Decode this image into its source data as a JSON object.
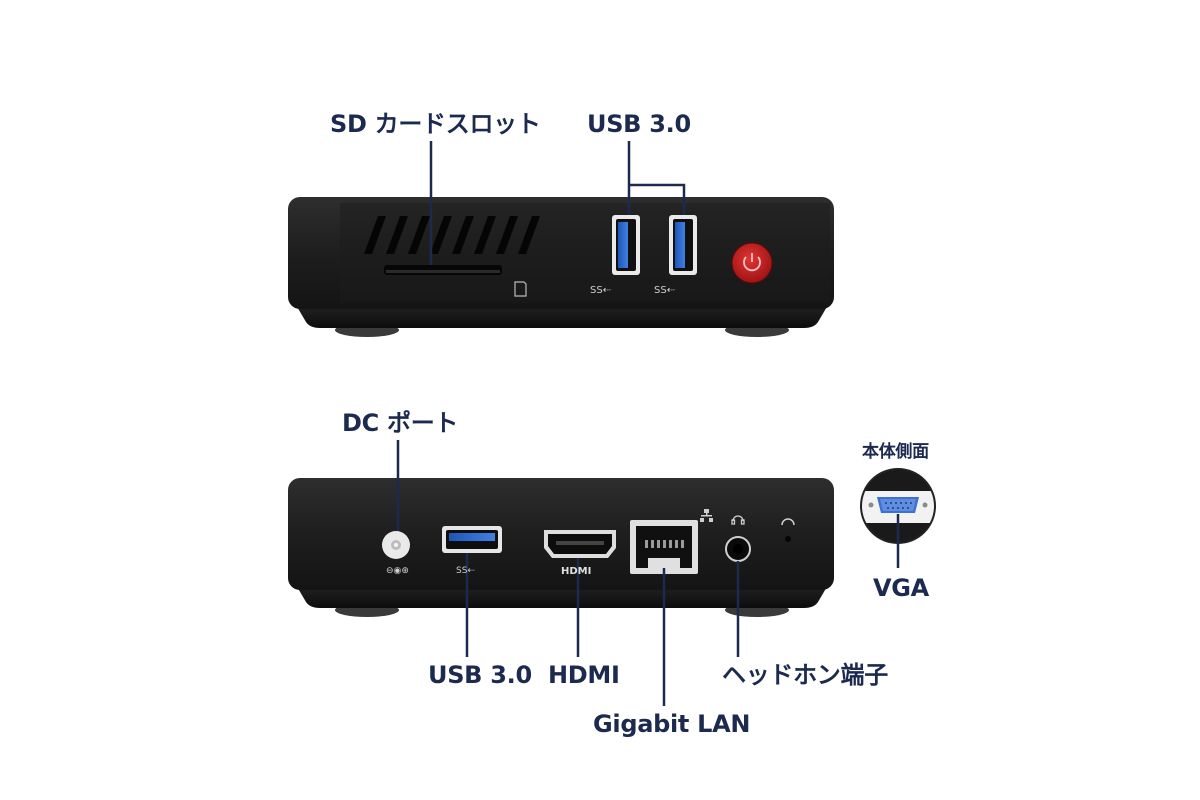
{
  "colors": {
    "label": "#1b2a4e",
    "device_body": "#1c1c1c",
    "usb_blue": "#2f6fd1",
    "power_red": "#c81e1e"
  },
  "top_view": {
    "labels": {
      "sd_slot": "SD カードスロット",
      "usb": "USB 3.0"
    },
    "port_marks": {
      "usb_left": "SS⇠",
      "usb_right": "SS⇠"
    },
    "icons": [
      "sd-card-icon",
      "power-button-icon",
      "usb-ss-icon"
    ]
  },
  "rear_view": {
    "labels": {
      "dc_port": "DC ポート",
      "usb": "USB 3.0",
      "hdmi": "HDMI",
      "gigabit_lan": "Gigabit LAN",
      "headphone": "ヘッドホン端子",
      "side_caption": "本体側面",
      "vga": "VGA"
    },
    "port_marks": {
      "dc": "⊖◉⊕",
      "usb": "SS⇠",
      "hdmi": "HDMI"
    },
    "icons": [
      "network-icon",
      "headphone-icon",
      "vga-port-icon"
    ]
  }
}
